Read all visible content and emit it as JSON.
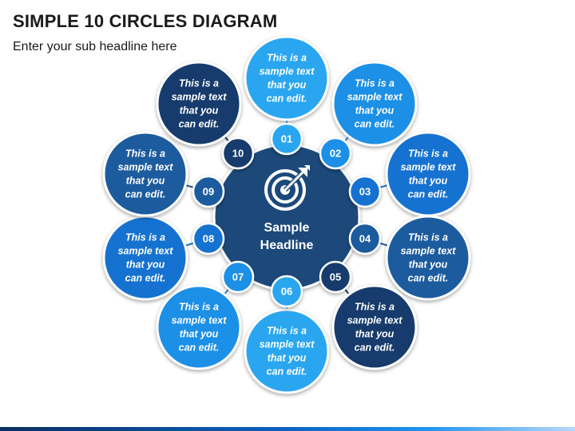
{
  "header": {
    "title": "SIMPLE 10 CIRCLES DIAGRAM",
    "subtitle": "Enter your sub headline here"
  },
  "center": {
    "line1": "Sample",
    "line2": "Headline",
    "icon": "target-arrow-icon",
    "color": "#1b4a7a"
  },
  "items": [
    {
      "num": "01",
      "lines": [
        "This is a",
        "sample text",
        "that you",
        "can edit."
      ],
      "color": "#2aa6f0"
    },
    {
      "num": "02",
      "lines": [
        "This is a",
        "sample text",
        "that you",
        "can edit."
      ],
      "color": "#1e8fe6"
    },
    {
      "num": "03",
      "lines": [
        "This is a",
        "sample text",
        "that you",
        "can edit."
      ],
      "color": "#1372d0"
    },
    {
      "num": "04",
      "lines": [
        "This is a",
        "sample text",
        "that you",
        "can edit."
      ],
      "color": "#1b5b9e"
    },
    {
      "num": "05",
      "lines": [
        "This is a",
        "sample text",
        "that you",
        "can edit."
      ],
      "color": "#133a6c"
    },
    {
      "num": "06",
      "lines": [
        "This is a",
        "sample text",
        "that you",
        "can edit."
      ],
      "color": "#2aa6f0"
    },
    {
      "num": "07",
      "lines": [
        "This is a",
        "sample text",
        "that you",
        "can edit."
      ],
      "color": "#1e8fe6"
    },
    {
      "num": "08",
      "lines": [
        "This is a",
        "sample text",
        "that you",
        "can edit."
      ],
      "color": "#1372d0"
    },
    {
      "num": "09",
      "lines": [
        "This is a",
        "sample text",
        "that you",
        "can edit."
      ],
      "color": "#1b5b9e"
    },
    {
      "num": "10",
      "lines": [
        "This is a",
        "sample text",
        "that you",
        "can edit."
      ],
      "color": "#133a6c"
    }
  ]
}
